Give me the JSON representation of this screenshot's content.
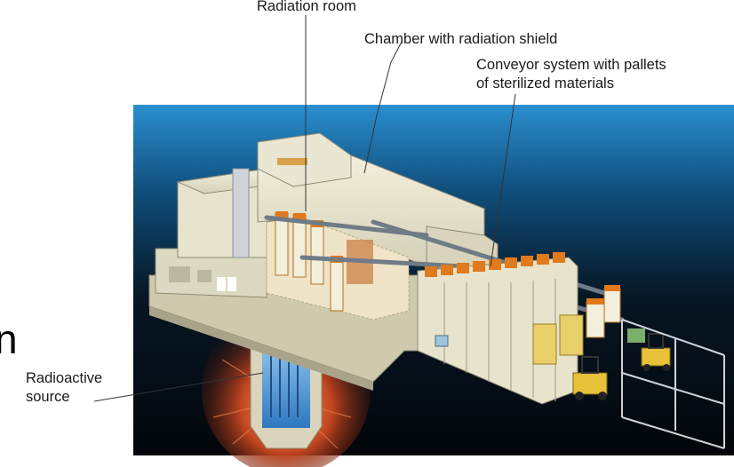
{
  "labels": {
    "radiation_room": "Radiation room",
    "chamber": "Chamber with radiation shield",
    "conveyor_line1": "Conveyor system with pallets",
    "conveyor_line2": "of sterilized materials",
    "source_line1": "Radioactive",
    "source_line2": "source"
  },
  "side_glyph": "n",
  "colors": {
    "sky_top": "#1f86c9",
    "sky_bottom": "#06121c",
    "building": "#e9e6d3",
    "building_shadow": "#b9b49a",
    "pallet_orange": "#e07a1c",
    "pool_blue": "#3b8fd4",
    "glow_red": "#c2451f",
    "forklift_yellow": "#e8c13a",
    "rail_gray": "#6f7b86"
  }
}
